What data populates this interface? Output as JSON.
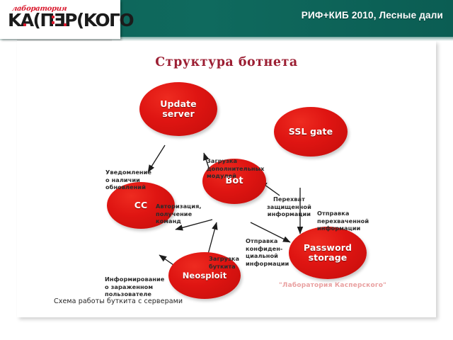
{
  "header": {
    "event_title": "РИФ+КИБ 2010, Лесные дали",
    "band_color": "#0b5f54"
  },
  "logo": {
    "script_text": "лаборатория",
    "wordmark": "KA(ПƎP(KOГO",
    "accent_color": "#d9182c"
  },
  "slide": {
    "title": "Структура ботнета",
    "title_color": "#9c1f33",
    "caption": "Схема работы буткита с серверами",
    "watermark": "\"Лаборатория Касперского\""
  },
  "diagram": {
    "node_color": "#dd1510",
    "nodes": [
      {
        "id": "update_server",
        "label": "Update\nserver"
      },
      {
        "id": "ssl_gate",
        "label": "SSL gate"
      },
      {
        "id": "bot",
        "label": "Bot"
      },
      {
        "id": "cc",
        "label": "CC"
      },
      {
        "id": "password_storage",
        "label": "Password\nstorage"
      },
      {
        "id": "neosploit",
        "label": "Neosploit"
      }
    ],
    "edge_labels": [
      {
        "id": "notify_updates",
        "text": "Уведомление\nо наличии\nобновлений"
      },
      {
        "id": "download_modules",
        "text": "Загрузка\nдополнительных\nмодулей"
      },
      {
        "id": "auth_commands",
        "text": "Авторизация,\nполучение\nкоманд"
      },
      {
        "id": "intercept_secure",
        "text": "Перехват\nзащищенной\nинформации"
      },
      {
        "id": "send_intercepted",
        "text": "Отправка\nперехваченной\nинформации"
      },
      {
        "id": "send_confidential",
        "text": "Отправка\nконфиден-\nциальной\nинформации"
      },
      {
        "id": "download_bootkit",
        "text": "Загрузка\nбуткита"
      },
      {
        "id": "inform_infected",
        "text": "Информирование\nо зараженном\nпользователе"
      }
    ]
  }
}
